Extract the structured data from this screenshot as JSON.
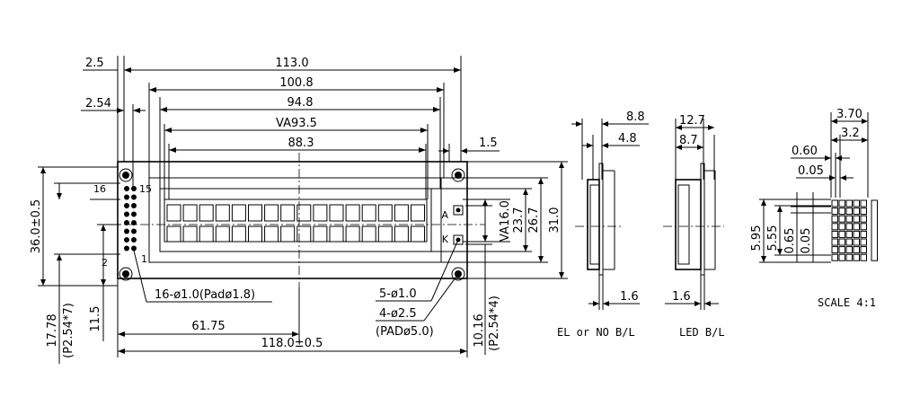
{
  "dims_top": {
    "d_2_5": "2.5",
    "d_113": "113.0",
    "d_100_8": "100.8",
    "d_2_54": "2.54",
    "d_94_8": "94.8",
    "d_va93_5": "VA93.5",
    "d_88_3": "88.3",
    "d_1_5": "1.5"
  },
  "dims_right": {
    "d_va16": "VA16.0",
    "d_23_7": "23.7",
    "d_26_7": "26.7",
    "d_31": "31.0"
  },
  "dims_left": {
    "d_36": "36.0±0.5",
    "d_17_78": "17.78",
    "d_p254x7": "(P2.54*7)",
    "d_11_5": "11.5"
  },
  "dims_bottom": {
    "d_61_75": "61.75",
    "d_118": "118.0±0.5",
    "d_10_16": "10.16",
    "d_p254x4": "(P2.54*4)"
  },
  "notes": {
    "holes16": "16-ø1.0(Padø1.8)",
    "holes5": "5-ø1.0",
    "holes4": "4-ø2.5",
    "pad5": "(PADø5.0)"
  },
  "pins": {
    "p16": "16",
    "p15": "15",
    "p2": "2",
    "p1": "1",
    "pa": "A",
    "pk": "K"
  },
  "side_el": {
    "d_8_8": "8.8",
    "d_4_8": "4.8",
    "d_1_6": "1.6",
    "caption": "EL or NO B/L"
  },
  "side_led": {
    "d_12_7": "12.7",
    "d_8_7": "8.7",
    "d_1_6": "1.6",
    "caption": "LED B/L"
  },
  "char_detail": {
    "d_3_70": "3.70",
    "d_3_2": "3.2",
    "d_0_60": "0.60",
    "d_0_05a": "0.05",
    "d_5_95": "5.95",
    "d_5_55": "5.55",
    "d_0_65": "0.65",
    "d_0_05b": "0.05",
    "scale": "SCALE 4:1"
  }
}
